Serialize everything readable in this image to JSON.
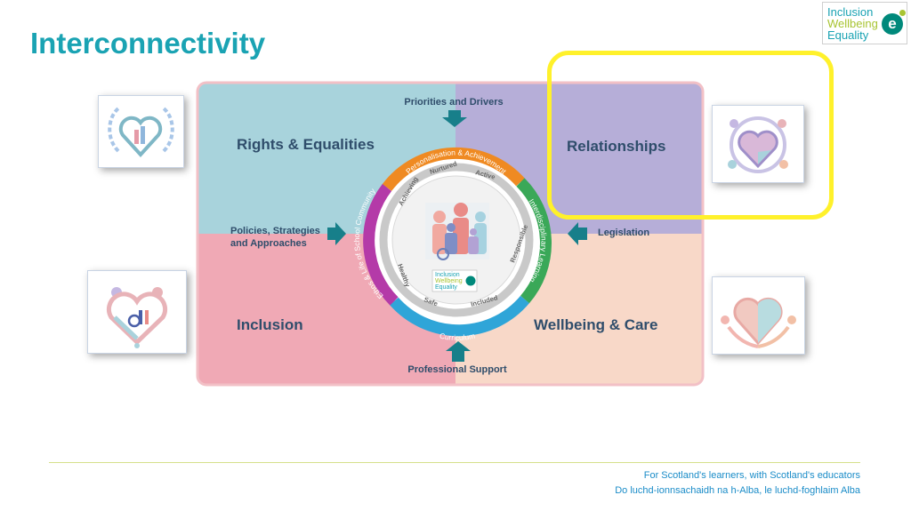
{
  "slide": {
    "title": "Interconnectivity"
  },
  "logo": {
    "line1": "Inclusion",
    "line2": "Wellbeing",
    "line3": "Equality",
    "mark": "e"
  },
  "diagram": {
    "quadrants": {
      "top_left": "Rights & Equalities",
      "top_right": "Relationships",
      "bottom_left": "Inclusion",
      "bottom_right": "Wellbeing & Care"
    },
    "inputs": {
      "top": "Priorities and Drivers",
      "left_line1": "Policies, Strategies",
      "left_line2": "and Approaches",
      "right": "Legislation",
      "bottom": "Professional Support"
    },
    "outer_ring": {
      "top": "Personalisation & Achievement",
      "right": "Interdisciplinary Learning",
      "bottom": "Curriculum",
      "left": "Ethos & Life of School Community"
    },
    "inner_segments": {
      "s1": "Nurtured",
      "s2": "Active",
      "s3": "Responsible",
      "s4": "Included",
      "s5": "Safe",
      "s6": "Healthy",
      "s7": "Achieving"
    },
    "center_logo": {
      "line1": "Inclusion",
      "line2": "Wellbeing",
      "line3": "Equality"
    },
    "colors": {
      "top_left": "#a8d3dc",
      "top_right": "#b6aed8",
      "bottom_left": "#f0a9b5",
      "bottom_right": "#f8d8c8",
      "arrow": "#177f8a",
      "ring_orange": "#ef8a22",
      "ring_green": "#3aa858",
      "ring_blue": "#2fa5d8",
      "ring_magenta": "#b43aa8",
      "highlight": "#fff12b"
    }
  },
  "icons": {
    "top_left": "heart-laurel-wreath-icon",
    "top_right": "heart-circle-people-icon",
    "bottom_left": "heart-wheelchair-people-icon",
    "bottom_right": "heart-holding-hands-icon"
  },
  "footer": {
    "line1": "For Scotland's learners, with Scotland's educators",
    "line2": "Do luchd-ionnsachaidh na h-Alba, le luchd-foghlaim Alba"
  }
}
